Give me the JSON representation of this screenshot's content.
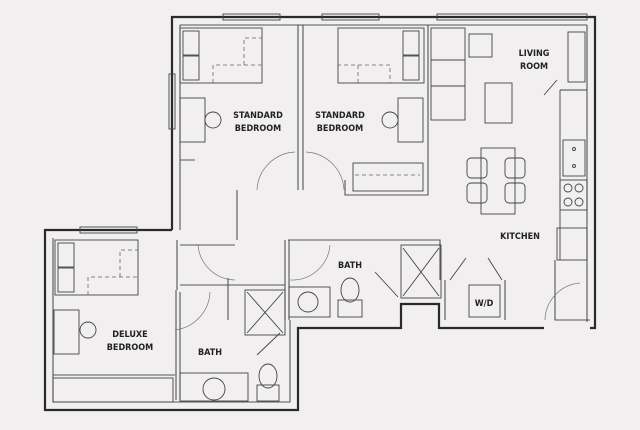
{
  "rooms": {
    "standard_bedroom_1": [
      "STANDARD",
      "BEDROOM"
    ],
    "standard_bedroom_2": [
      "STANDARD",
      "BEDROOM"
    ],
    "living_room": [
      "LIVING",
      "ROOM"
    ],
    "kitchen": "KITCHEN",
    "bath_1": "BATH",
    "bath_2": "BATH",
    "deluxe_bedroom": [
      "DELUXE",
      "BEDROOM"
    ],
    "washer_dryer": "W/D"
  },
  "colors": {
    "background": "#f1eff0",
    "wall": "#2a2a2a"
  }
}
